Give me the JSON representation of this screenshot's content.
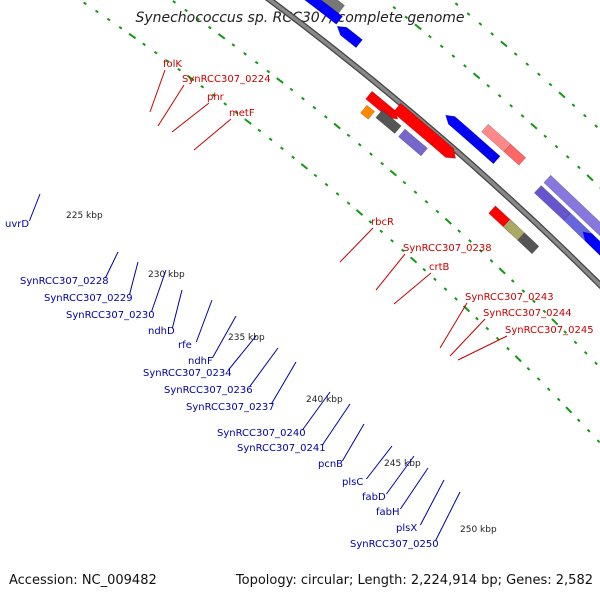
{
  "title": "Synechococcus sp. RCC307, complete genome",
  "accession": "Accession: NC_009482",
  "summary": "Topology: circular; Length: 2,224,914 bp; Genes: 2,582",
  "colors": {
    "forward_label": "#cc0000",
    "reverse_label": "#0000aa",
    "backbone": "#888888",
    "tick": "#119911"
  },
  "scale_labels": [
    "225 kbp",
    "230 kbp",
    "235 kbp",
    "240 kbp",
    "245 kbp",
    "250 kbp"
  ],
  "forward_gene_labels": [
    "folK",
    "SynRCC307_0224",
    "phr",
    "metF",
    "rbcR",
    "SynRCC307_0238",
    "crtB",
    "SynRCC307_0243",
    "SynRCC307_0244",
    "SynRCC307_0245"
  ],
  "reverse_gene_labels": [
    "uvrD",
    "SynRCC307_0228",
    "SynRCC307_0229",
    "SynRCC307_0230",
    "ndhD",
    "rfe",
    "ndhF",
    "SynRCC307_0234",
    "SynRCC307_0236",
    "SynRCC307_0237",
    "SynRCC307_0240",
    "SynRCC307_0241",
    "pcnB",
    "plsC",
    "fabD",
    "fabH",
    "plsX",
    "SynRCC307_0250"
  ]
}
